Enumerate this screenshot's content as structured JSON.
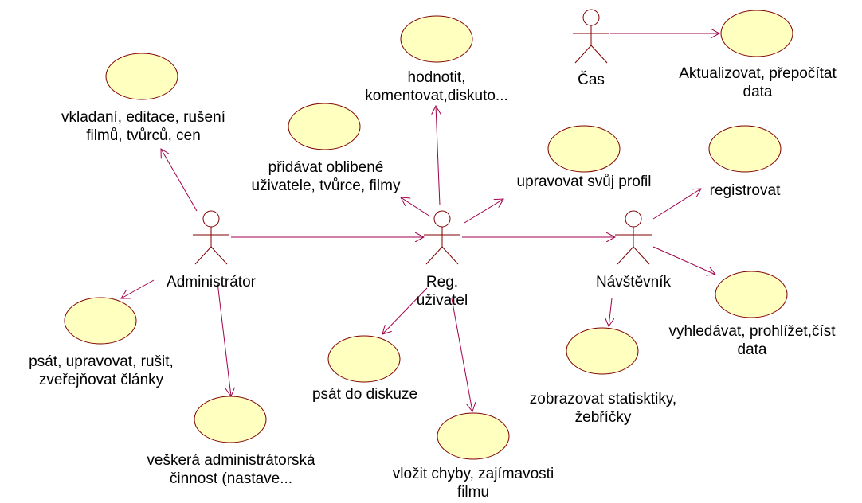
{
  "actors": {
    "administrator": {
      "name": "Administrátor"
    },
    "registered_user": {
      "lines": [
        "Reg.",
        "uživatel"
      ]
    },
    "visitor": {
      "name": "Návštěvník"
    },
    "time": {
      "name": "Čas"
    }
  },
  "use_cases": {
    "manage_films": {
      "lines": [
        "vkladaní, editace, rušení",
        "filmů, tvůrců, cen"
      ]
    },
    "write_articles": {
      "lines": [
        "psát, upravovat, rušit,",
        "zveřejňovat články"
      ]
    },
    "admin_activity": {
      "lines": [
        "veškerá administrátorská",
        "činnost (nastave..."
      ]
    },
    "favorites": {
      "lines": [
        "přidávat oblibené",
        "uživatele, tvůrce, filmy"
      ]
    },
    "rate_comment": {
      "lines": [
        "hodnotit,",
        "komentovat,diskuto..."
      ]
    },
    "edit_profile": {
      "lines": [
        "upravovat svůj profil"
      ]
    },
    "write_discussion": {
      "lines": [
        "psát do diskuze"
      ]
    },
    "insert_errors": {
      "lines": [
        "vložit chyby, zajímavosti",
        "filmu"
      ]
    },
    "register": {
      "lines": [
        "registrovat"
      ]
    },
    "browse_data": {
      "lines": [
        "vyhledávat, prohlížet,číst",
        "data"
      ]
    },
    "statistics": {
      "lines": [
        "zobrazovat statisktiky,",
        "žebříčky"
      ]
    },
    "update_data": {
      "lines": [
        "Aktualizovat, přepočítat",
        "data"
      ]
    }
  },
  "colors": {
    "use_case_fill": "#ffffc0",
    "outline": "#800000",
    "association": "#a0004a"
  }
}
